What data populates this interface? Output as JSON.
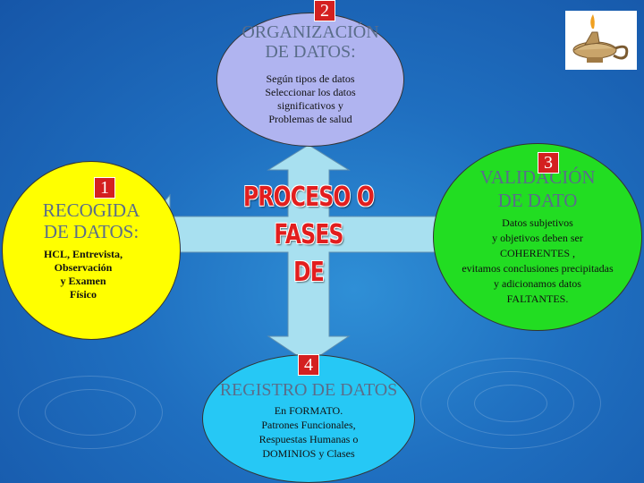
{
  "center": {
    "title_lines": [
      "PROCESO O",
      "FASES",
      "DE"
    ]
  },
  "organizacion": {
    "number": "2",
    "heading_lines": [
      "ORGANIZACIÓN",
      "DE DATOS:"
    ],
    "body_lines": [
      "Según tipos de datos",
      "Seleccionar los datos",
      "significativos y",
      "Problemas de salud"
    ]
  },
  "recogida": {
    "number": "1",
    "heading_lines": [
      "RECOGIDA",
      "DE DATOS:"
    ],
    "body_lines": [
      "HCL, Entrevista,",
      "Observación",
      "y Examen",
      "Físico"
    ]
  },
  "validacion": {
    "number": "3",
    "heading_lines": [
      "VALIDACIÓN",
      "DE DATO"
    ],
    "body_lines": [
      "Datos subjetivos",
      "y objetivos deben ser",
      "COHERENTES ,",
      "evitamos conclusiones precipitadas",
      "y adicionamos datos",
      "FALTANTES."
    ]
  },
  "registro": {
    "number": "4",
    "heading_lines": [
      "REGISTRO DE DATOS"
    ],
    "body_lines": [
      "En FORMATO.",
      "Patrones Funcionales,",
      "Respuestas Humanas o",
      "DOMINIOS  y Clases"
    ]
  },
  "colors": {
    "yellow": "#ffff00",
    "green": "#22dd22",
    "lavender": "#b0b4f0",
    "cyan": "#26c8f5",
    "arrow": "#a8e0f0",
    "number_bg": "#d42020",
    "title": "#e21e1e"
  }
}
